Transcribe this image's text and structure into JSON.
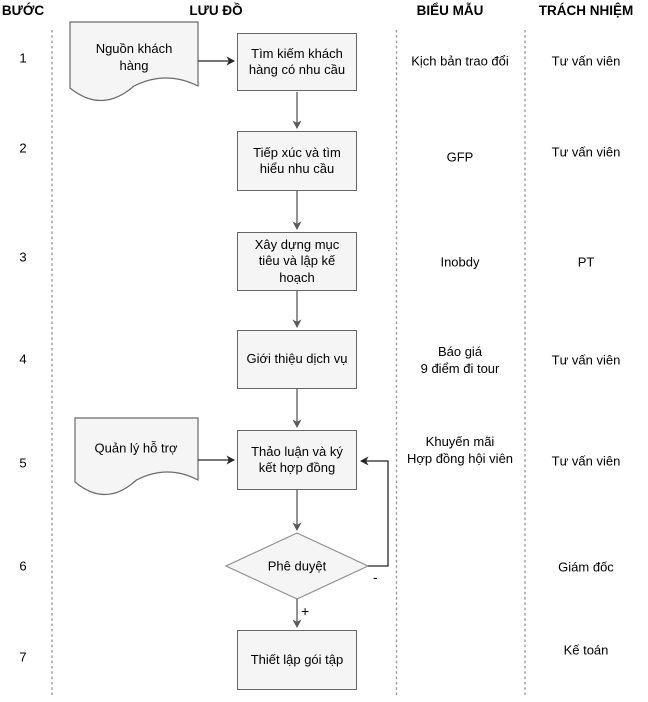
{
  "header": {
    "step": "BƯỚC",
    "flow": "LƯU ĐỒ",
    "form": "BIỂU MẪU",
    "responsibility": "TRÁCH NHIỆM"
  },
  "rows": [
    {
      "step": "1",
      "form": "Kịch bản trao đổi",
      "responsibility": "Tư vấn viên"
    },
    {
      "step": "2",
      "form": "GFP",
      "responsibility": "Tư vấn viên"
    },
    {
      "step": "3",
      "form": "Inobdy",
      "responsibility": "PT"
    },
    {
      "step": "4",
      "form": "Báo giá\n9 điểm đi tour",
      "responsibility": "Tư vấn viên"
    },
    {
      "step": "5",
      "form": "Khuyến mãi\nHợp đồng hội viên",
      "responsibility": "Tư vấn viên"
    },
    {
      "step": "6",
      "form": "",
      "responsibility": "Giám đốc"
    },
    {
      "step": "7",
      "form": "",
      "responsibility": "Kế toán"
    }
  ],
  "flowchart": {
    "documents": [
      {
        "label": "Nguồn khách hàng"
      },
      {
        "label": "Quản lý hỗ trợ"
      }
    ],
    "processes": [
      {
        "label": "Tìm kiếm khách hàng có nhu cầu"
      },
      {
        "label": "Tiếp xúc và tìm hiểu nhu cầu"
      },
      {
        "label": "Xây dựng mục tiêu và lập kế hoạch"
      },
      {
        "label": "Giới thiệu dịch vụ"
      },
      {
        "label": "Thảo luận và ký kết hợp đồng"
      },
      {
        "label": "Thiết lập gói tập"
      }
    ],
    "decision": {
      "label": "Phê duyệt",
      "approve_label": "+",
      "reject_label": "-"
    }
  },
  "colors": {
    "shape_fill": "#f5f5f5",
    "shape_border": "#666666",
    "decision_border": "#8f8f8f",
    "arrow_gray": "#595959",
    "arrow_black": "#262626",
    "divider": "#9b9b9b"
  }
}
